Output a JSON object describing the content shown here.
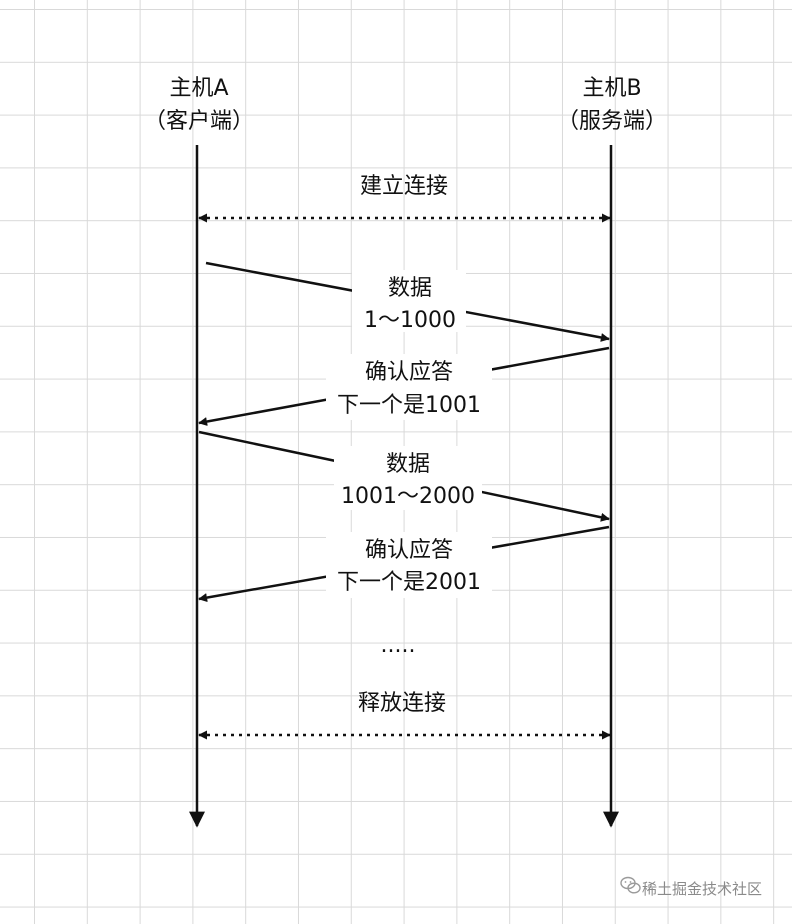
{
  "diagram": {
    "host_a": {
      "name": "主机A",
      "role": "（客户端）"
    },
    "host_b": {
      "name": "主机B",
      "role": "（服务端）"
    },
    "establish": {
      "label": "建立连接"
    },
    "messages": [
      {
        "direction": "a-to-b",
        "line1": "数据",
        "line2": "1～1000"
      },
      {
        "direction": "b-to-a",
        "line1": "确认应答",
        "line2": "下一个是1001"
      },
      {
        "direction": "a-to-b",
        "line1": "数据",
        "line2": "1001～2000"
      },
      {
        "direction": "b-to-a",
        "line1": "确认应答",
        "line2": "下一个是2001"
      }
    ],
    "ellipsis": ".....",
    "release": {
      "label": "释放连接"
    }
  },
  "watermark": "稀土掘金技术社区",
  "colors": {
    "line": "#111111",
    "grid": "#d9d9d9",
    "background": "#ffffff"
  },
  "icons": {
    "watermark": "wechat-icon"
  }
}
